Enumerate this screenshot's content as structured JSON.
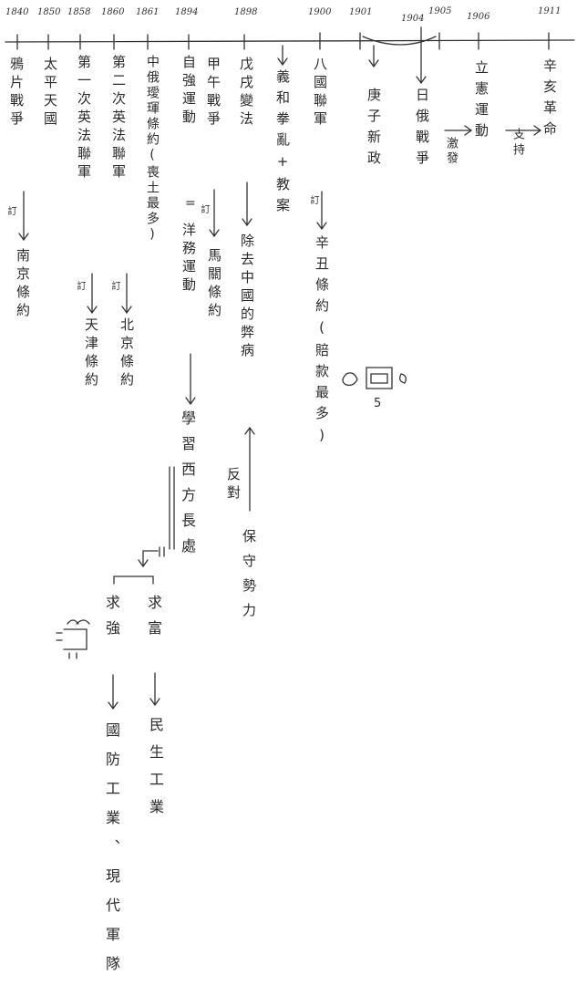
{
  "years": [
    "1840",
    "1850",
    "1858",
    "1860",
    "1861",
    "1894",
    "1898",
    "1900",
    "1901",
    "1904",
    "1905",
    "1906",
    "1911"
  ],
  "events": {
    "opium_war": "鴉片戰爭",
    "taiping": "太平天國",
    "second_opium_war": "第一次英法聯軍",
    "anglo_french_2": "第二次英法聯軍",
    "sino_russian": "中俄璦琿條約(喪土最多)",
    "self_strengthening": "自強運動",
    "yangwu": "洋務運動",
    "learn_west": "學習西方長處",
    "sino_japanese": "甲午戰爭",
    "hundred_days": "戊戌變法",
    "remove_ills": "除去中國的弊病",
    "oppose": "反對",
    "conservatives": "保守勢力",
    "boxer": "義和拳亂+教案",
    "eight_nation": "八國聯軍",
    "boxer_protocol": "辛丑條約(賠款最多)",
    "new_policies": "庚子新政",
    "russo_japanese": "日俄戰爭",
    "constitution": "立憲運動",
    "stimulate": "激發",
    "support": "支持",
    "xinhai": "辛亥革命"
  },
  "treaties": {
    "nanjing": "南京條約",
    "tianjin": "天津條約",
    "beijing": "北京條約",
    "shimonoseki": "馬關條約"
  },
  "goals": {
    "strength": "求強",
    "wealth": "求富",
    "defense": "國防工業、現代軍隊",
    "livelihood": "民生工業"
  },
  "sign_mark": "訂",
  "sketch_number": "5"
}
